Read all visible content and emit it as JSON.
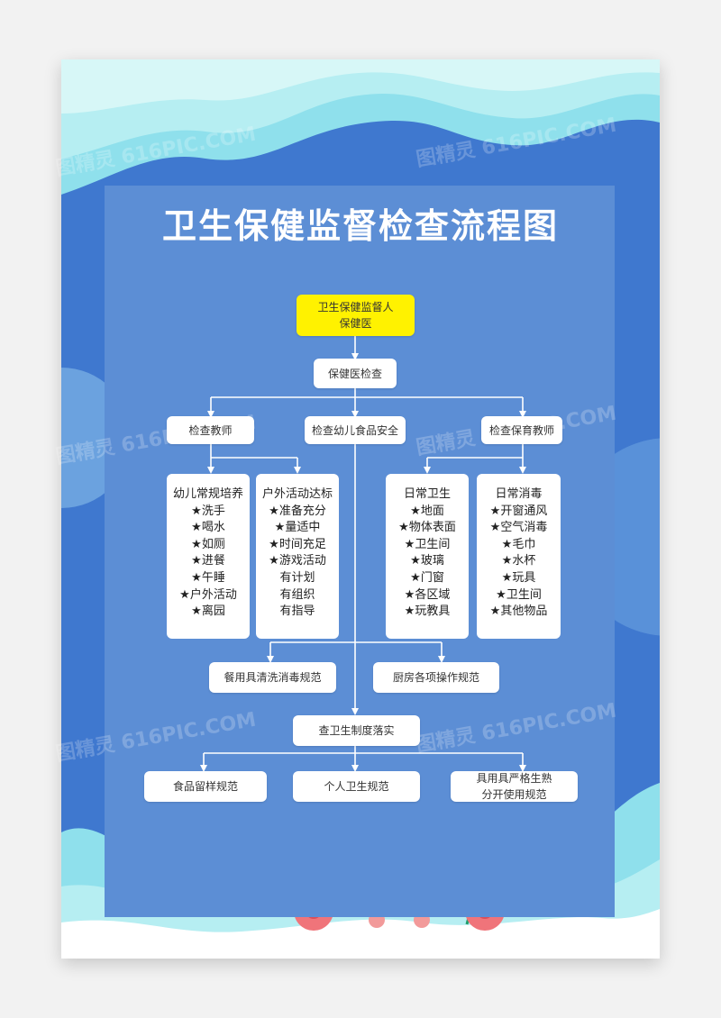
{
  "poster": {
    "title": "卫生保健监督检查流程图",
    "watermark": "图精灵 616PIC.COM",
    "colors": {
      "background": "#3f78cf",
      "panel": "#5c8ed5",
      "connector": "#ffffff",
      "highlight_box": "#fff200"
    }
  },
  "flow": {
    "root": {
      "line1": "卫生保健监督人",
      "line2": "保健医"
    },
    "step1": "保健医检查",
    "branches": [
      "检查教师",
      "检查幼儿食品安全",
      "检查保育教师"
    ],
    "lists": [
      {
        "title": "幼儿常规培养",
        "items": [
          "★洗手",
          "★喝水",
          "★如厕",
          "★进餐",
          "★午睡",
          "★户外活动",
          "★离园"
        ]
      },
      {
        "title": "户外活动达标",
        "items": [
          "★准备充分",
          "★量适中",
          "★时间充足",
          "★游戏活动",
          "有计划",
          "有组织",
          "有指导"
        ]
      },
      {
        "title": "日常卫生",
        "items": [
          "★地面",
          "★物体表面",
          "★卫生间",
          "★玻璃",
          "★门窗",
          "★各区域",
          "★玩教具"
        ]
      },
      {
        "title": "日常消毒",
        "items": [
          "★开窗通风",
          "★空气消毒",
          "★毛巾",
          "★水杯",
          "★玩具",
          "★卫生间",
          "★其他物品"
        ]
      }
    ],
    "norms": [
      "餐用具清洗消毒规范",
      "厨房各项操作规范"
    ],
    "implement": "查卫生制度落实",
    "finals": [
      {
        "line1": "食品留样规范",
        "line2": ""
      },
      {
        "line1": "个人卫生规范",
        "line2": ""
      },
      {
        "line1": "具用具严格生熟",
        "line2": "分开使用规范"
      }
    ]
  }
}
